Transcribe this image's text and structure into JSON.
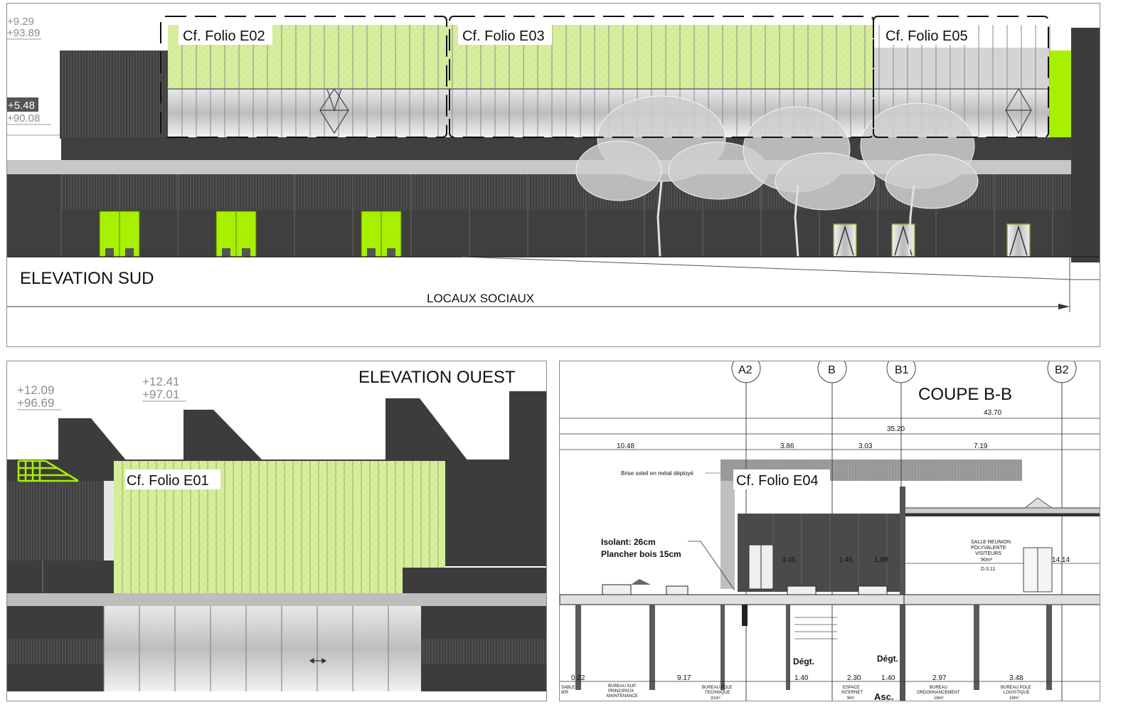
{
  "south": {
    "title": "ELEVATION SUD",
    "footer_label": "LOCAUX SOCIAUX",
    "levels": [
      "+9.29",
      "+93.89",
      "+5.48",
      "+90.08"
    ],
    "folios": [
      "Cf. Folio E02",
      "Cf. Folio E03",
      "Cf. Folio E05"
    ]
  },
  "west": {
    "title": "ELEVATION OUEST",
    "levels": [
      "+12.09",
      "+96.69",
      "+12.41",
      "+97.01"
    ],
    "folio": "Cf. Folio E01"
  },
  "section": {
    "title": "COUPE B-B",
    "grid_axes": [
      "A2",
      "B",
      "B1",
      "B2"
    ],
    "dims_top": [
      "43.70",
      "35.20",
      "10.48",
      "3.86",
      "3.03",
      "7.19"
    ],
    "brise_soleil": "Brise soleil en métal déployé",
    "folio": "Cf. Folio E04",
    "insulation_1": "Isolant: 26cm",
    "insulation_2": "Plancher bois 15cm",
    "heights": [
      "3.45",
      "1.45",
      "1.88",
      "14.14"
    ],
    "room_salle": [
      "SALLE REUNION",
      "POLYVALENTE",
      "VISITEURS",
      "90m²",
      "D.3.11"
    ],
    "degt": [
      "Dégt.",
      "Dégt."
    ],
    "dims_bottom": [
      "0.22",
      "9.17",
      "1.40",
      "2.30",
      "1.40",
      "2.97",
      "3.48"
    ],
    "rooms_bottom": [
      [
        "SABLE",
        "IER"
      ],
      [
        "BUREAU SUP.",
        "PRINCIPAUX",
        "MAINTENANCE"
      ],
      [
        "BUREAU POLE",
        "TECHNIQUE",
        "31m²"
      ],
      [
        "ESPACE",
        "INTERNET",
        "9m²"
      ],
      [
        "BUREAU",
        "ORDONNANCEMENT",
        "16m²"
      ],
      [
        "BUREAU POLE",
        "LOGISTIQUE",
        "19m²"
      ]
    ],
    "asc": "Asc."
  },
  "colors": {
    "accent_green": "#a8f000",
    "glazing_green": "#d6ee9e",
    "dark_cladding": "#3c3c3c"
  }
}
